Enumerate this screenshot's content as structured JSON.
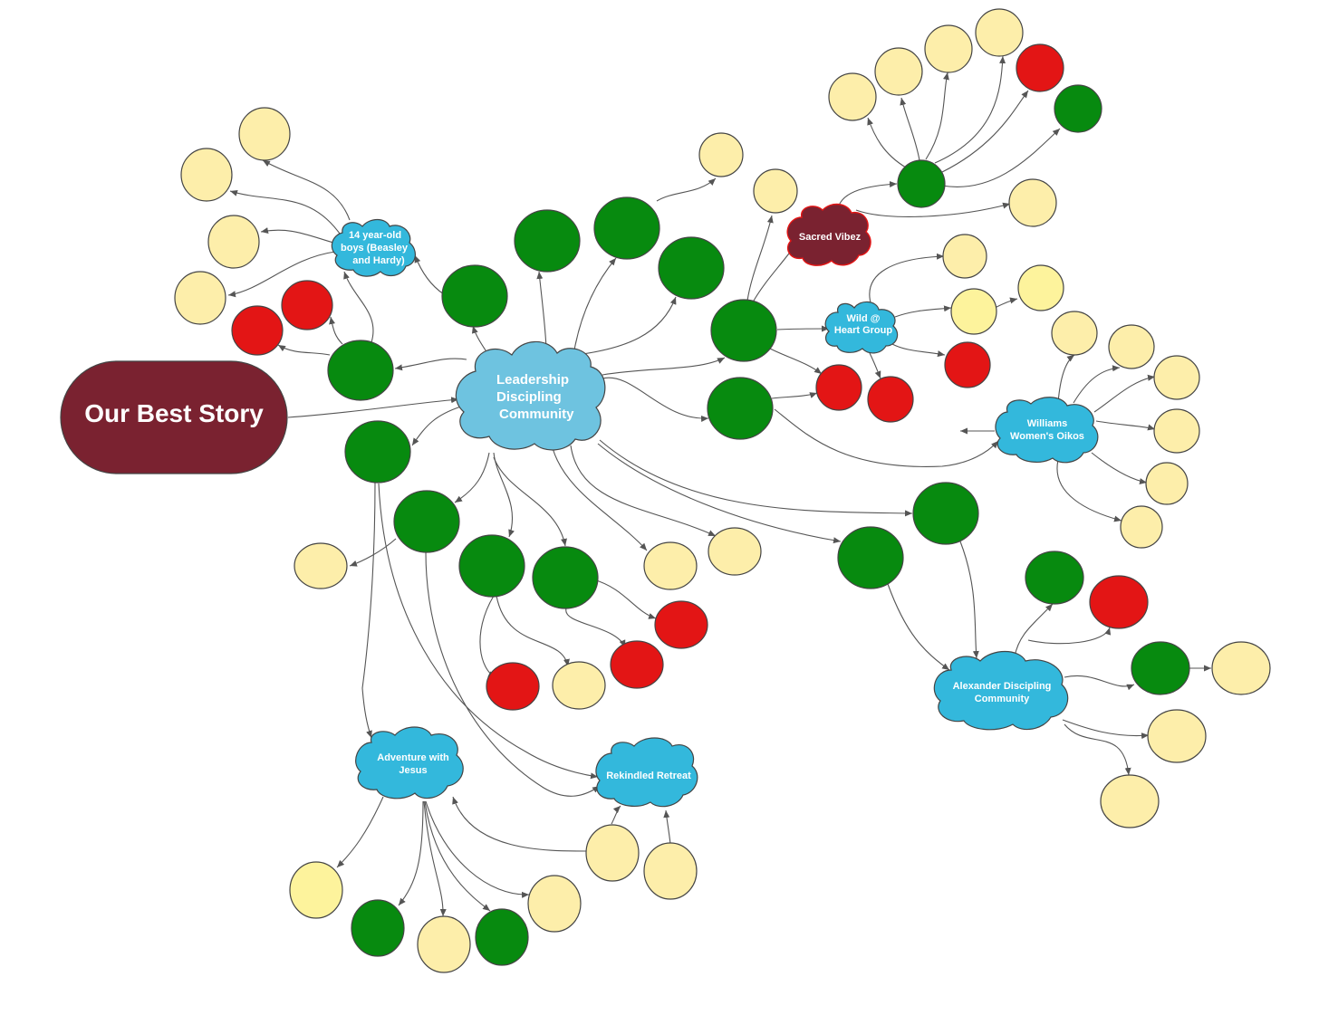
{
  "colors": {
    "title_fill": "#7a2230",
    "cloud_blue": "#33b8dc",
    "cloud_light_blue": "#6ec3e0",
    "sacred_fill": "#7a2230",
    "green": "#078a0f",
    "red": "#e31515",
    "yellow": "#fdeeaa",
    "yellow_bright": "#fdf39c",
    "edge": "#555555"
  },
  "labels": {
    "title": "Our Best Story",
    "ldc": [
      "Leadership",
      "Discipling",
      "Community"
    ],
    "boys": [
      "14 year-old",
      "boys (Beasley",
      "and Hardy)"
    ],
    "sacred": "Sacred Vibez",
    "wild": [
      "Wild @",
      "Heart Group"
    ],
    "williams": [
      "Williams",
      "Women's Oikos"
    ],
    "alexander": [
      "Alexander Discipling",
      "Community"
    ],
    "adventure": [
      "Adventure with",
      "Jesus"
    ],
    "rekindled": "Rekindled Retreat"
  },
  "node_colors": {
    "green": [
      "g1",
      "g2",
      "g3",
      "g4",
      "g5",
      "g6",
      "g7",
      "g8",
      "g9",
      "g10",
      "g11",
      "g12",
      "g13",
      "g14",
      "g15",
      "g16",
      "g17",
      "g18",
      "g19",
      "g20"
    ],
    "red": [
      "r1",
      "r2",
      "r3",
      "r4",
      "r5",
      "r6",
      "r7",
      "r8",
      "r9",
      "r10",
      "r11"
    ],
    "yellow": [
      "y1",
      "y2",
      "y3",
      "y4",
      "y5",
      "y6",
      "y7",
      "y8",
      "y9",
      "y10",
      "y11",
      "y12",
      "y13",
      "y14",
      "y15",
      "y16",
      "y17",
      "y18",
      "y19",
      "y20",
      "y21",
      "y22",
      "y23",
      "y24",
      "y25",
      "y26",
      "y27",
      "y28",
      "y29",
      "y30",
      "y31",
      "y32",
      "y33",
      "y34",
      "y35",
      "y36"
    ]
  }
}
